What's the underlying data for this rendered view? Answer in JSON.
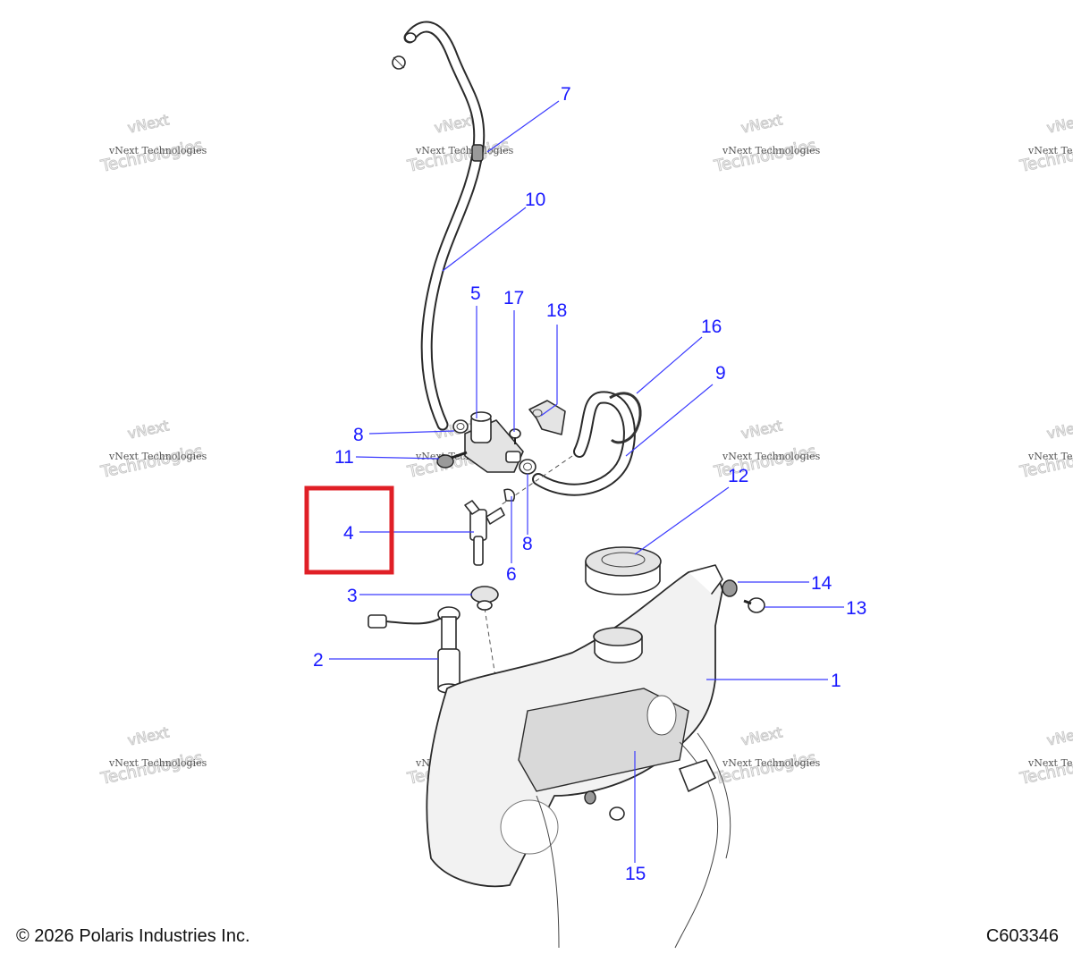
{
  "callouts": [
    {
      "id": "7",
      "label": "7"
    },
    {
      "id": "10",
      "label": "10"
    },
    {
      "id": "5",
      "label": "5"
    },
    {
      "id": "17",
      "label": "17"
    },
    {
      "id": "18",
      "label": "18"
    },
    {
      "id": "16",
      "label": "16"
    },
    {
      "id": "9",
      "label": "9"
    },
    {
      "id": "8a",
      "label": "8"
    },
    {
      "id": "11",
      "label": "11"
    },
    {
      "id": "12",
      "label": "12"
    },
    {
      "id": "4",
      "label": "4"
    },
    {
      "id": "6",
      "label": "6"
    },
    {
      "id": "8b",
      "label": "8"
    },
    {
      "id": "3",
      "label": "3"
    },
    {
      "id": "14",
      "label": "14"
    },
    {
      "id": "13",
      "label": "13"
    },
    {
      "id": "2",
      "label": "2"
    },
    {
      "id": "1",
      "label": "1"
    },
    {
      "id": "15",
      "label": "15"
    }
  ],
  "highlighted_callout": "4",
  "colors": {
    "callout": "#1a1aff",
    "highlight": "#e01f26"
  },
  "watermark": {
    "line1": "vNext Technologies",
    "outline_top": "vNext",
    "outline_bottom": "Technologies"
  },
  "footer": {
    "copyright": "© 2026 Polaris Industries Inc.",
    "figure_id": "C603346"
  }
}
